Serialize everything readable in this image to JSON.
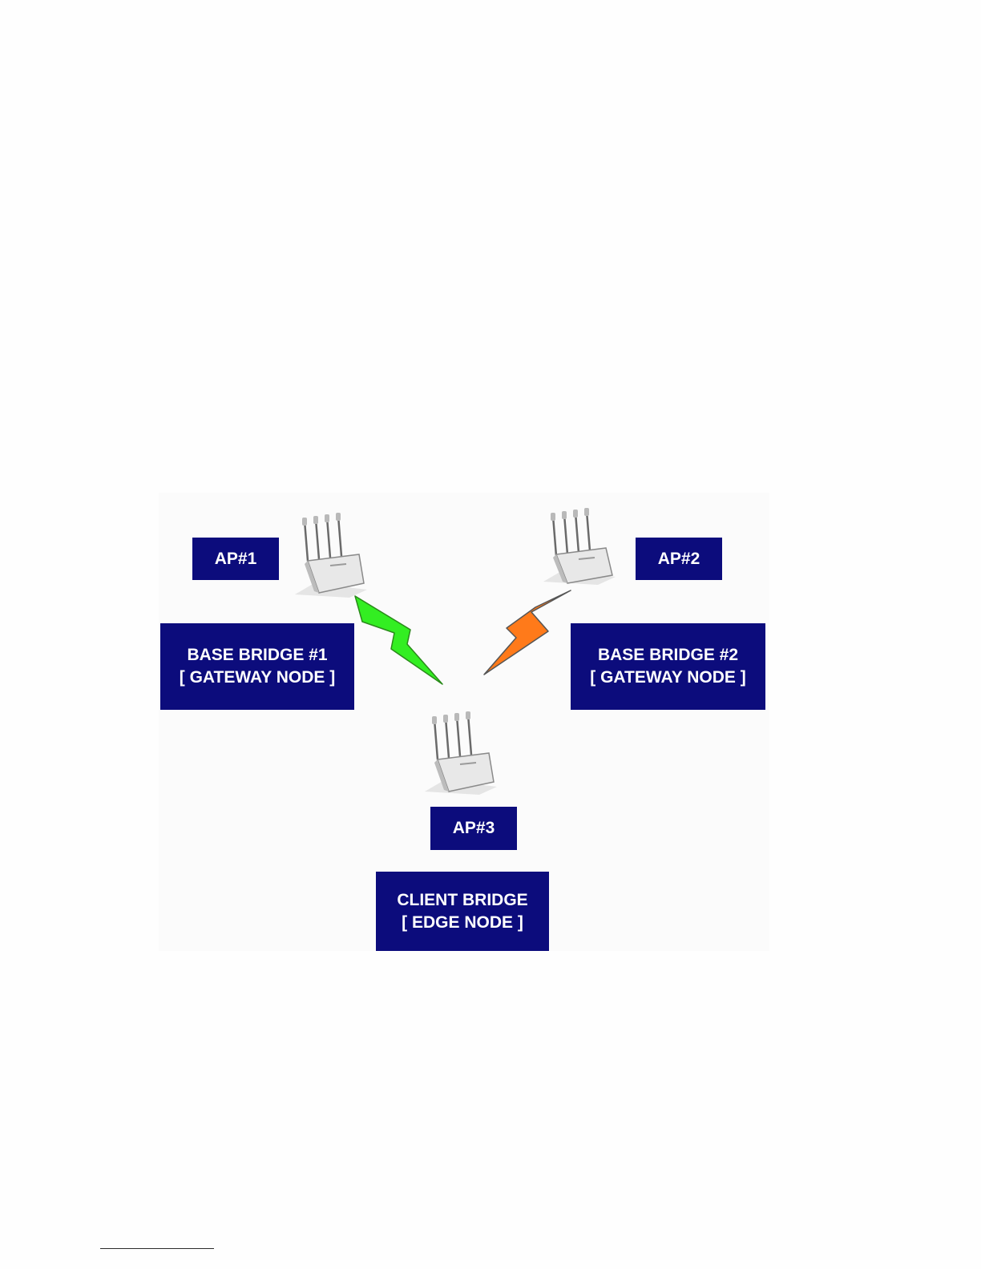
{
  "diagram": {
    "ap1_label": "AP#1",
    "ap2_label": "AP#2",
    "ap3_label": "AP#3",
    "base_bridge_1": {
      "line1": "BASE BRIDGE #1",
      "line2": "[ GATEWAY NODE ]"
    },
    "base_bridge_2": {
      "line1": "BASE BRIDGE #2",
      "line2": "[ GATEWAY NODE ]"
    },
    "client_bridge": {
      "line1": "CLIENT BRIDGE",
      "line2": "[ EDGE NODE ]"
    },
    "box_color": "#0c0c7c",
    "link_1_color": "#33ee22",
    "link_2_color": "#ff7a1a",
    "icons": {
      "device": "wireless-bridge-icon",
      "link_1": "green-lightning-link-icon",
      "link_2": "orange-lightning-link-icon"
    }
  }
}
